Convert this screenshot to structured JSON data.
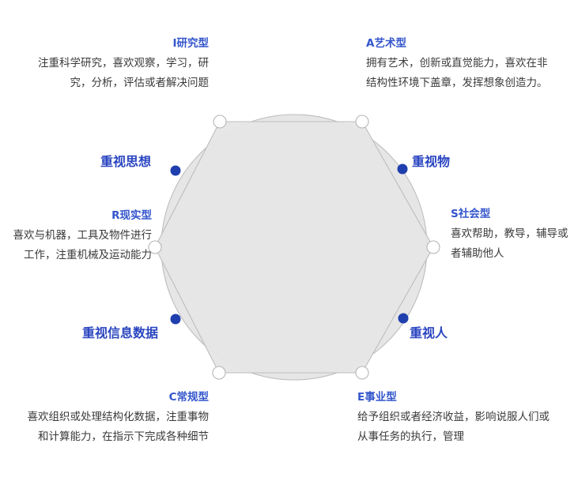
{
  "diagram": {
    "name": "holland-riasec-hexagon",
    "colors": {
      "title_blue": "#3355cc",
      "emphasis_blue": "#2a45c0",
      "dot_blue": "#1f3fae",
      "shape_fill": "#e6e6e6",
      "shape_stroke": "#b9b9b9",
      "vertex_fill": "#ffffff",
      "body_text": "#3a3a3a",
      "background": "#ffffff"
    },
    "shape": {
      "hexagon_vertices_icon": "hexagon-vertex-circle",
      "overlay_icon": "circle-outline",
      "vertex_count": 6,
      "marker_count": 4
    }
  },
  "types": {
    "investigative": {
      "title": "I研究型",
      "desc": "注重科学研究，喜欢观察，学习，研究，分析，评估或者解决问题"
    },
    "artistic": {
      "title": "A艺术型",
      "desc": "拥有艺术，创新或直觉能力，喜欢在非结构性环境下盖章，发挥想象创造力。"
    },
    "realistic": {
      "title": "R现实型",
      "desc": "喜欢与机器，工具及物件进行工作，注重机械及运动能力"
    },
    "social": {
      "title": "S社会型",
      "desc": "喜欢帮助，教导，辅导或者辅助他人"
    },
    "conventional": {
      "title": "C常规型",
      "desc": "喜欢组织或处理结构化数据，注重事物和计算能力，在指示下完成各种细节"
    },
    "enterprising": {
      "title": "E事业型",
      "desc": "给予组织或者经济收益，影响说服人们或从事任务的执行，管理"
    }
  },
  "emphasis": {
    "thought": "重视思想",
    "things": "重视物",
    "data": "重视信息数据",
    "people": "重视人"
  }
}
